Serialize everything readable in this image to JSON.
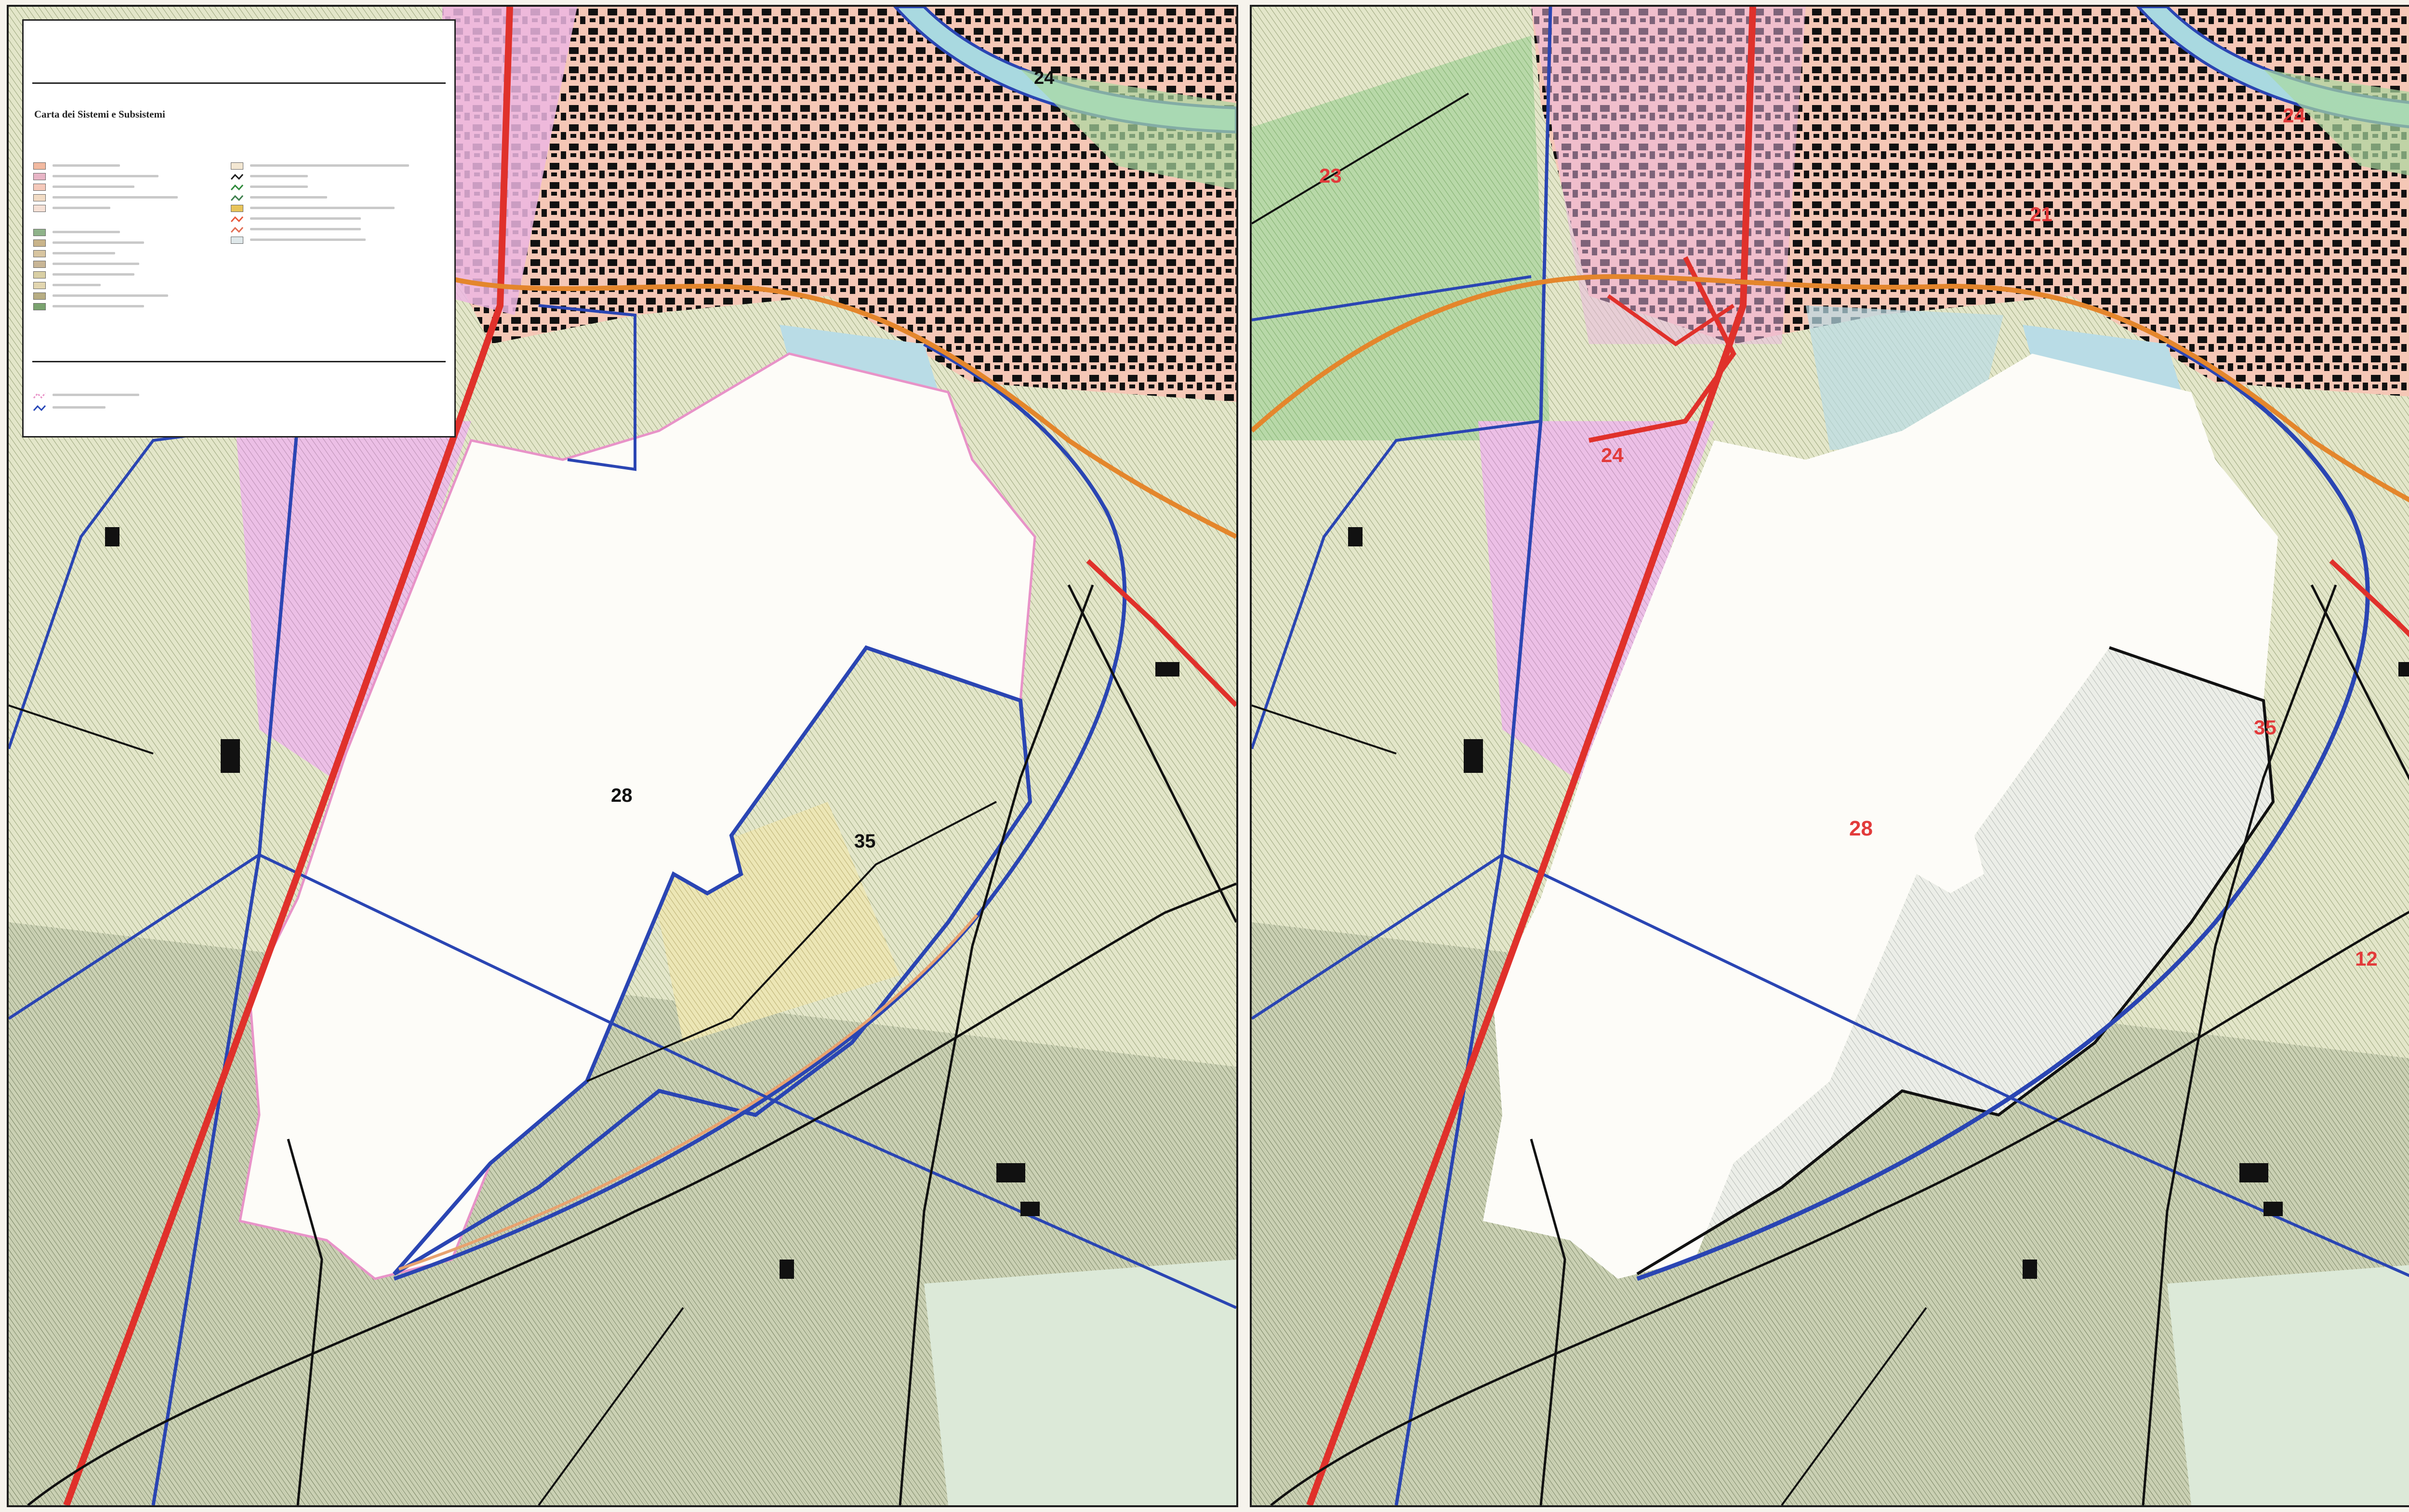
{
  "left_map": {
    "legend": {
      "title": "Carta dei Sistemi e Subsistemi",
      "columns": [
        {
          "heading": "",
          "items": [
            {
              "color": "#f2b9a0"
            },
            {
              "color": "#e8b5c6"
            },
            {
              "color": "#f5c9ba"
            },
            {
              "color": "#f2dcc5"
            },
            {
              "color": "#f6e1d6"
            },
            {
              "color": "#8fb38a"
            },
            {
              "color": "#c9b48a"
            },
            {
              "color": "#d8c5a0"
            },
            {
              "color": "#c8b595"
            },
            {
              "color": "#d9cfa4"
            },
            {
              "color": "#e2d6b0"
            },
            {
              "color": "#b7ad83"
            },
            {
              "color": "#7aa36f"
            }
          ]
        },
        {
          "heading": "",
          "items": [
            {
              "color": "#f3e7d2"
            },
            {
              "color": "#1c1c1c"
            },
            {
              "color": "#2e8a3a"
            },
            {
              "color": "#3d7f4c"
            },
            {
              "color": "#e8c45a"
            },
            {
              "color": "#e8593c"
            },
            {
              "color": "#e26c52"
            },
            {
              "color": "#dfe8ea"
            }
          ]
        }
      ],
      "bottom_items": [
        {
          "color": "#e893c8"
        },
        {
          "color": "#2747b8"
        }
      ]
    },
    "labels": [
      "28",
      "35",
      "24"
    ]
  },
  "right_map": {
    "labels": [
      "28",
      "35",
      "12",
      "24",
      "23",
      "21",
      "24"
    ]
  },
  "colors": {
    "boundary_blue": "#2a45b3",
    "railway_red": "#e0312b",
    "road_orange": "#e4862c",
    "urban_pink": "#ecb6e2",
    "agri_light": "#dfe3c6",
    "agri_dark": "#9aa886",
    "river": "#a9d9e0",
    "white_zone": "#fdfcf8",
    "red_label": "#e23a3a"
  }
}
